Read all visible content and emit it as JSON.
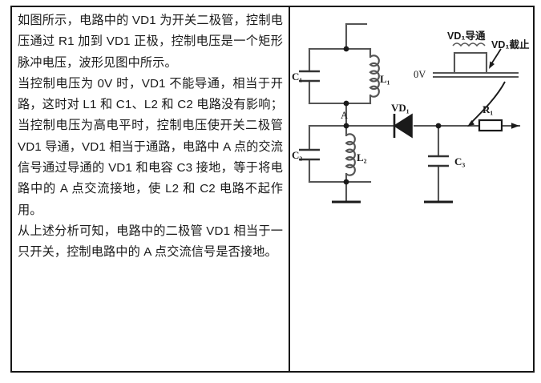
{
  "document": {
    "type": "two-column-table",
    "paragraphs": [
      "如图所示，电路中的 VD1 为开关二极管，控制电压通过 R1 加到 VD1 正极，控制电压是一个矩形脉冲电压，波形见图中所示。",
      "当控制电压为 0V 时，VD1 不能导通，相当于开路，这时对 L1 和 C1、L2 和 C2 电路没有影响；当控制电压为高电平时，控制电压使开关二极管 VD1 导通，VD1 相当于通路，电路中 A 点的交流信号通过导通的 VD1 和电容 C3 接地，等于将电路中的 A 点交流接地，使 L2 和 C2 电路不起作用。",
      "从上述分析可知，电路中的二极管 VD1 相当于一只开关，控制电路中的 A 点交流信号是否接地。"
    ]
  },
  "circuit": {
    "labels": {
      "c1": "C₁",
      "l1": "L₁",
      "c2": "C₂",
      "l2": "L₂",
      "c3": "C₃",
      "node_a": "A",
      "diode": "VD₁",
      "resistor": "R₁"
    },
    "waveform": {
      "zero_level": "0V",
      "on_label": "VD₁导通",
      "off_label": "VD₁截止"
    },
    "colors": {
      "wire": "#555555",
      "border": "#161616",
      "label_text": "#1a1a1a"
    }
  }
}
